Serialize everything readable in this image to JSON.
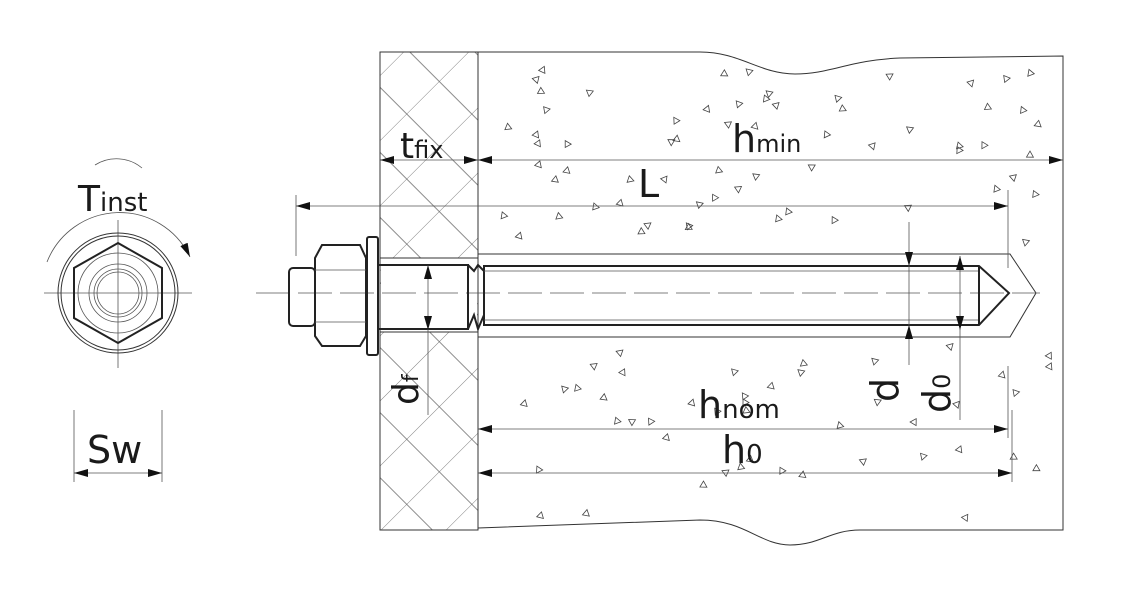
{
  "labels": {
    "tinst": {
      "main": "T",
      "sub": "inst"
    },
    "sw": {
      "main": "Sw",
      "sub": ""
    },
    "tfix": {
      "main": "t",
      "sub": "fix"
    },
    "hmin": {
      "main": "h",
      "sub": "min"
    },
    "L": {
      "main": "L",
      "sub": ""
    },
    "df": {
      "main": "d",
      "sub": "f"
    },
    "d": {
      "main": "d",
      "sub": ""
    },
    "d0": {
      "main": "d",
      "sub": "0"
    },
    "hnom": {
      "main": "h",
      "sub": "nom"
    },
    "h0": {
      "main": "h",
      "sub": "0"
    }
  },
  "colors": {
    "line": "#222222",
    "background": "#ffffff"
  }
}
